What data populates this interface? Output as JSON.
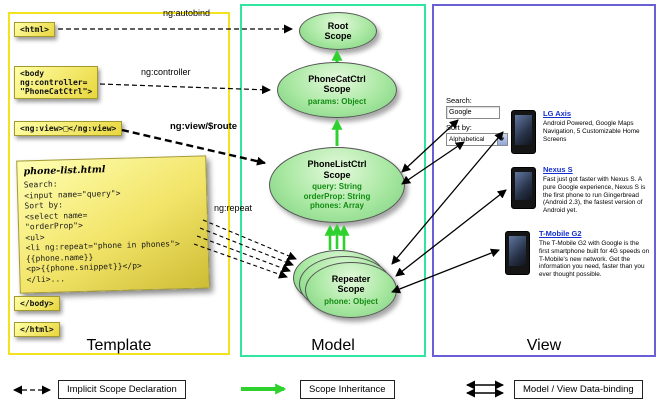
{
  "panels": {
    "template": "Template",
    "model": "Model",
    "view": "View"
  },
  "template": {
    "html_open": "<html>",
    "body_open": "<body\nng:controller=\n\"PhoneCatCtrl\">",
    "ng_view": "<ng:view>□</ng:view>",
    "note": {
      "title": "phone-list.html",
      "code": "Search:\n<input name=\"query\">\nSort by:\n<select name=\n\"orderProp\">\n<ul>\n<li ng:repeat=\"phone in phones\">\n{{phone.name}}\n<p>{{phone.snippet}}</p>\n</li>..."
    },
    "body_close": "</body>",
    "html_close": "</html>"
  },
  "arrows": {
    "ng_autobind": "ng:autobind",
    "ng_controller": "ng:controller",
    "ng_view_route": "ng:view/$route",
    "ng_repeat": "ng:repeat"
  },
  "model": {
    "root": {
      "title": "Root\nScope"
    },
    "phonecat": {
      "title": "PhoneCatCtrl\nScope",
      "props": "params: Object"
    },
    "phonelist": {
      "title": "PhoneListCtrl\nScope",
      "props": "query: String\norderProp: String\nphones: Array"
    },
    "repeater": {
      "title": "Repeater\nScope",
      "props": "phone: Object"
    }
  },
  "view": {
    "search_label": "Search:",
    "search_value": "Google",
    "sort_label": "Sort by:",
    "sort_value": "Alphabetical",
    "phones": [
      {
        "name": "LG Axis",
        "desc": "Android Powered, Google Maps Navigation, 5 Customizable Home Screens"
      },
      {
        "name": "Nexus S",
        "desc": "Fast just got faster with Nexus S. A pure Google experience, Nexus S is the first phone to run Gingerbread (Android 2.3), the fastest version of Android yet."
      },
      {
        "name": "T-Mobile G2",
        "desc": "The T-Mobile G2 with Google is the first smartphone built for 4G speeds on T-Mobile's new network. Get the information you need, faster than you ever thought possible."
      }
    ]
  },
  "legend": [
    {
      "label": "Implicit Scope Declaration"
    },
    {
      "label": "Scope Inheritance"
    },
    {
      "label": "Model / View Data-binding"
    }
  ],
  "colors": {
    "template_border": "#f2e31d",
    "model_border": "#2fe6a0",
    "view_border": "#6b5fd6",
    "scope_green": "#a9e8a2",
    "inheritance_green": "#2fd12f",
    "link_blue": "#1430cc"
  }
}
